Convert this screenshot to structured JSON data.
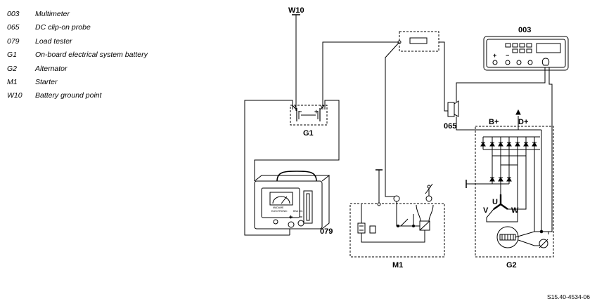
{
  "legend": [
    {
      "code": "003",
      "desc": "Multimeter"
    },
    {
      "code": "065",
      "desc": "DC clip-on probe"
    },
    {
      "code": "079",
      "desc": "Load tester"
    },
    {
      "code": "G1",
      "desc": "On-board electrical system battery"
    },
    {
      "code": "G2",
      "desc": "Alternator"
    },
    {
      "code": "M1",
      "desc": "Starter"
    },
    {
      "code": "W10",
      "desc": "Battery ground point"
    }
  ],
  "labels": {
    "w10": "W10",
    "multimeter": "003",
    "probe": "065",
    "battery": "G1",
    "load_tester": "079",
    "starter": "M1",
    "alternator": "G2",
    "b_plus": "B+",
    "d_plus": "D+",
    "phase_u": "U",
    "phase_v": "V",
    "phase_w": "W",
    "minus": "−",
    "plus": "+",
    "meter_plus": "+",
    "meter_minus": "−",
    "tester_text1": "MADAME",
    "tester_text2": "ELECTRONIC",
    "tester_model": "BSA 301"
  },
  "reference_code": "S15.40-4534-06"
}
